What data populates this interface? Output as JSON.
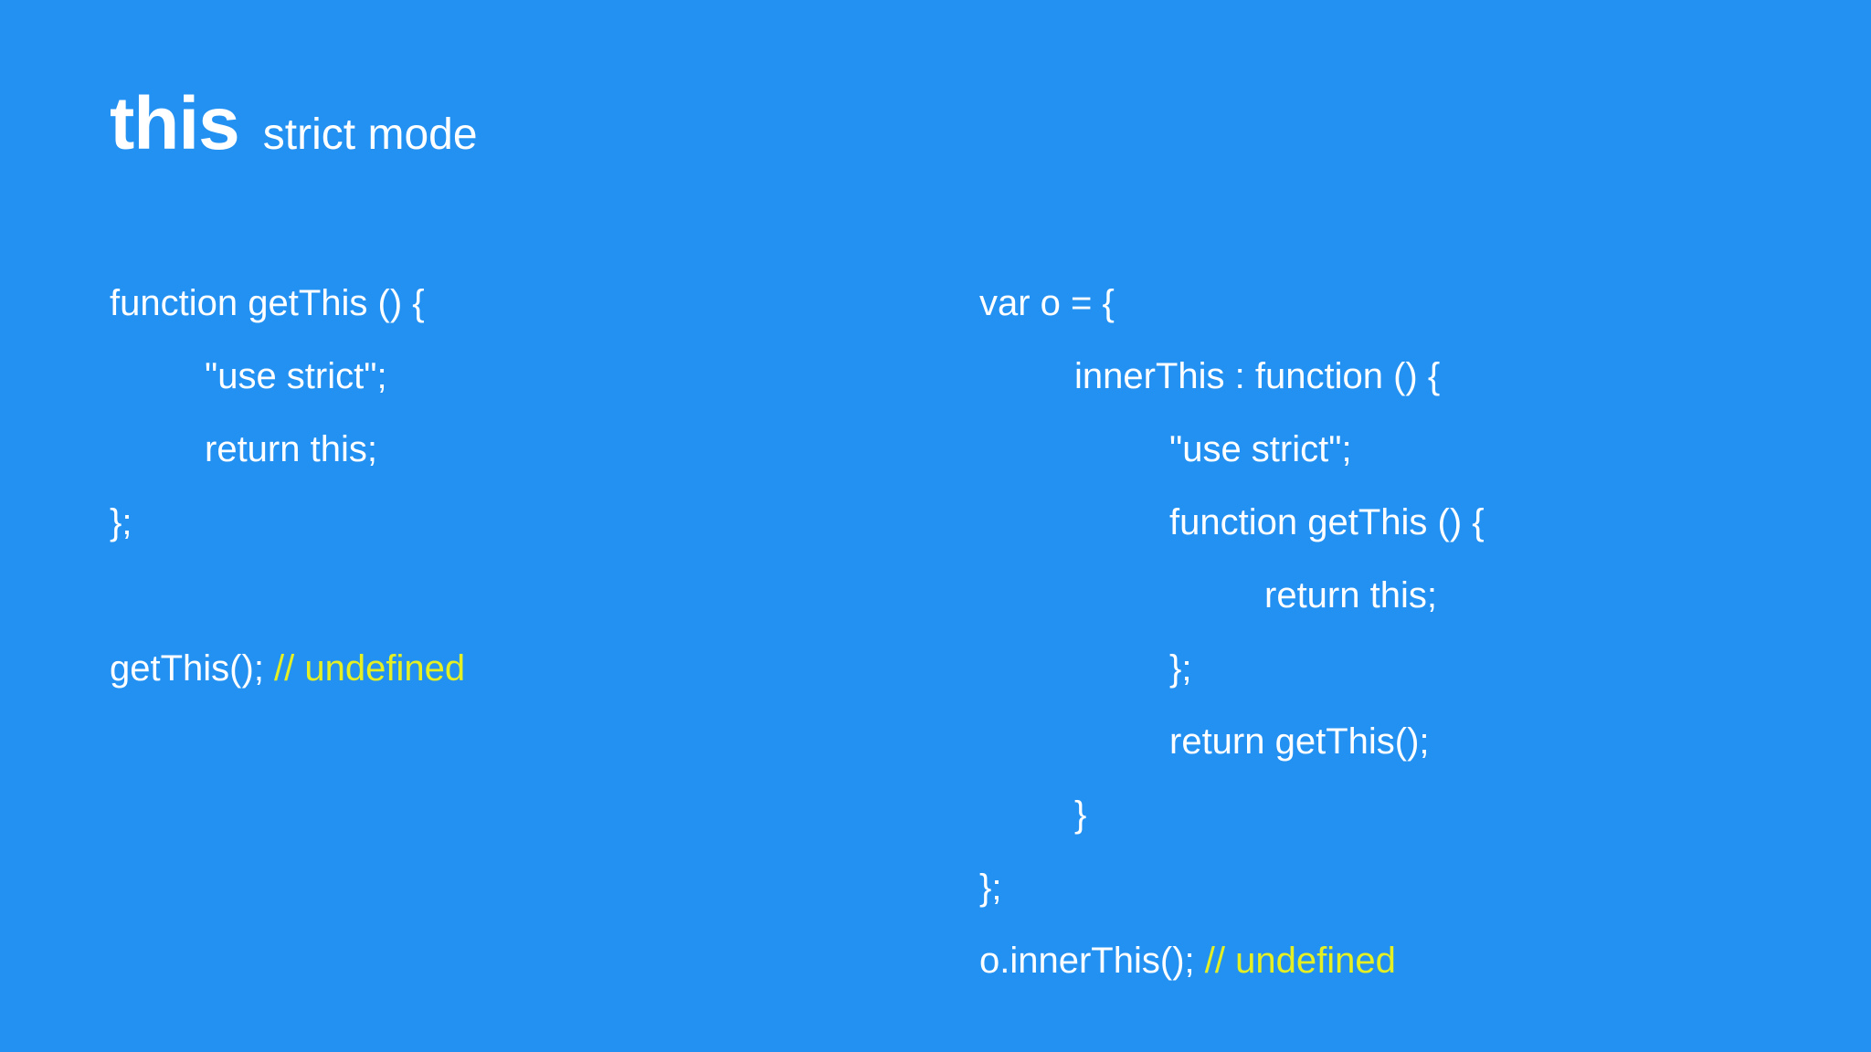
{
  "slide": {
    "background_color": "#2391f2",
    "text_color": "#ffffff",
    "comment_color": "#e5f024",
    "title": {
      "main": "this",
      "subtitle": "strict mode"
    },
    "left_column": {
      "lines": [
        {
          "indent": 0,
          "code": "function getThis () {",
          "comment": ""
        },
        {
          "indent": 1,
          "code": "\"use strict\";",
          "comment": ""
        },
        {
          "indent": 1,
          "code": "return this;",
          "comment": ""
        },
        {
          "indent": 0,
          "code": "};",
          "comment": ""
        },
        {
          "indent": 0,
          "code": "",
          "comment": ""
        },
        {
          "indent": 0,
          "code": "getThis(); ",
          "comment": "// undefined"
        }
      ]
    },
    "right_column": {
      "lines": [
        {
          "indent": 0,
          "code": "var o = {",
          "comment": ""
        },
        {
          "indent": 1,
          "code": "innerThis : function () {",
          "comment": ""
        },
        {
          "indent": 2,
          "code": "\"use strict\";",
          "comment": ""
        },
        {
          "indent": 2,
          "code": "function getThis () {",
          "comment": ""
        },
        {
          "indent": 3,
          "code": "return this;",
          "comment": ""
        },
        {
          "indent": 2,
          "code": "};",
          "comment": ""
        },
        {
          "indent": 2,
          "code": "return getThis();",
          "comment": ""
        },
        {
          "indent": 1,
          "code": "}",
          "comment": ""
        },
        {
          "indent": 0,
          "code": "};",
          "comment": ""
        },
        {
          "indent": 0,
          "code": "o.innerThis(); ",
          "comment": "// undefined"
        }
      ]
    }
  }
}
